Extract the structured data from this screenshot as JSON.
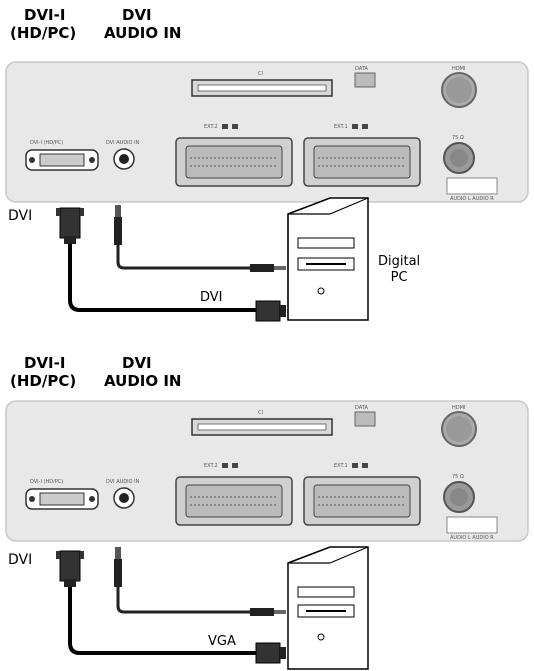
{
  "diagram1": {
    "heading_left_line1": "DVI-I",
    "heading_left_line2": "(HD/PC)",
    "heading_right_line1": "DVI",
    "heading_right_line2": "AUDIO IN",
    "dvi_connector_label": "DVI",
    "cable_label": "DVI",
    "pc_label_line1": "Digital",
    "pc_label_line2": "PC",
    "port_label_dvi": "DVI-I (HD/PC)",
    "port_label_audio": "DVI AUDIO IN",
    "scart1_label": "EXT.2",
    "scart2_label": "EXT.1",
    "slot_label": "CI",
    "data_label": "DATA",
    "button_label": "HDMI",
    "antenna_label": "75 Ω",
    "jacks_label": "AUDIO L   AUDIO R"
  },
  "diagram2": {
    "heading_left_line1": "DVI-I",
    "heading_left_line2": "(HD/PC)",
    "heading_right_line1": "DVI",
    "heading_right_line2": "AUDIO IN",
    "dvi_connector_label": "DVI",
    "cable_label": "VGA",
    "port_label_dvi": "DVI-I (HD/PC)",
    "port_label_audio": "DVI AUDIO IN",
    "scart1_label": "EXT.2",
    "scart2_label": "EXT.1",
    "slot_label": "CI",
    "data_label": "DATA",
    "button_label": "HDMI",
    "antenna_label": "75 Ω",
    "jacks_label": "AUDIO L   AUDIO R"
  }
}
